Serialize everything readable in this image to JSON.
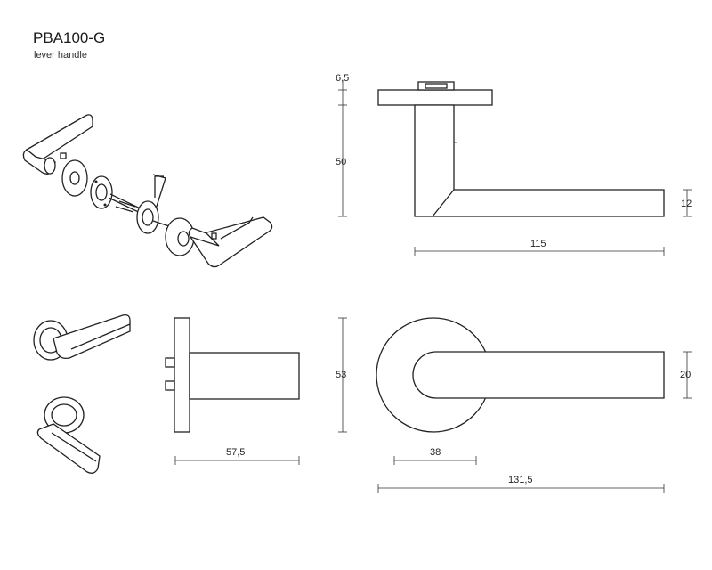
{
  "header": {
    "title": "PBA100-G",
    "subtitle": "lever handle"
  },
  "dimensions": {
    "rose_thickness": "6,5",
    "height": "50",
    "lever_thickness": "12",
    "lever_length": "115",
    "projection": "57,5",
    "rose_diameter": "53",
    "lever_width": "20",
    "inner_offset": "38",
    "total_length": "131,5"
  }
}
